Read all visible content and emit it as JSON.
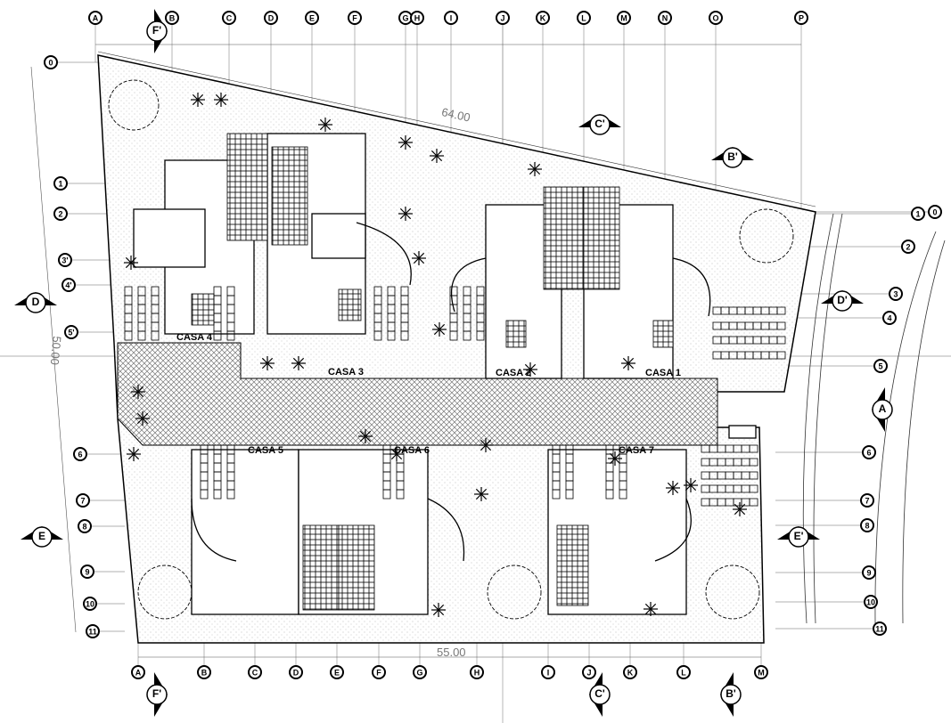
{
  "drawing": {
    "grid_columns_top": [
      "A",
      "B",
      "C",
      "D",
      "E",
      "F",
      "G",
      "H",
      "I",
      "J",
      "K",
      "L",
      "M",
      "N",
      "O",
      "P"
    ],
    "grid_columns_bottom": [
      "A",
      "B",
      "C",
      "D",
      "E",
      "F",
      "G",
      "H",
      "I",
      "J",
      "K",
      "L",
      "M"
    ],
    "grid_rows_left": [
      "0",
      "1",
      "2",
      "3'",
      "4'",
      "5'",
      "6",
      "7",
      "8",
      "9",
      "10",
      "11"
    ],
    "grid_rows_right": [
      "0",
      "1",
      "2",
      "3",
      "4",
      "5",
      "6",
      "7",
      "8",
      "9",
      "10",
      "11"
    ],
    "dimensions": {
      "top": "64.00",
      "bottom": "55.00",
      "left": "50.00"
    },
    "houses": [
      "CASA 4",
      "CASA 3",
      "CASA 2",
      "CASA 1",
      "CASA 5",
      "CASA 6",
      "CASA 7"
    ],
    "section_markers": [
      "F'",
      "C'",
      "B'",
      "D",
      "D'",
      "A",
      "E",
      "E'",
      "F'",
      "C'",
      "B'"
    ]
  }
}
